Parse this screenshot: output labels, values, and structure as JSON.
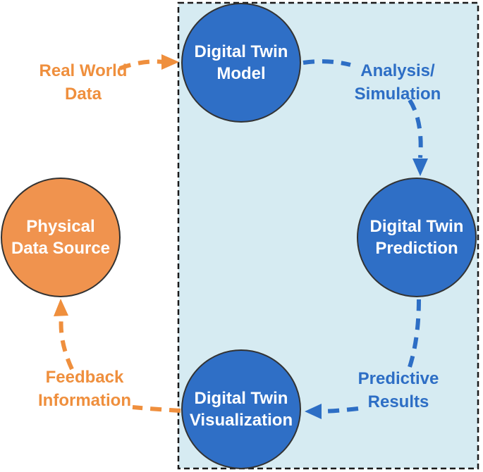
{
  "diagram": {
    "type": "cycle-flow-diagram",
    "nodes": {
      "model": {
        "label": "Digital Twin\nModel"
      },
      "prediction": {
        "label": "Digital Twin\nPrediction"
      },
      "visualization": {
        "label": "Digital Twin\nVisualization"
      },
      "physical": {
        "label": "Physical\nData Source"
      }
    },
    "edges": {
      "real_world_data": {
        "label": "Real World\nData",
        "from": "physical",
        "to": "model"
      },
      "analysis_simulation": {
        "label": "Analysis/\nSimulation",
        "from": "model",
        "to": "prediction"
      },
      "predictive_results": {
        "label": "Predictive\nResults",
        "from": "prediction",
        "to": "visualization"
      },
      "feedback_information": {
        "label": "Feedback\nInformation",
        "from": "visualization",
        "to": "physical"
      }
    }
  },
  "colors": {
    "region_fill": "#D6EBF2",
    "region_border": "#1A1A1A",
    "node_blue": "#2F6FC6",
    "node_orange": "#F0934E",
    "node_border": "#333333",
    "node_text": "#FFFFFF",
    "arrow_blue": "#2D6EC5",
    "arrow_orange": "#EF8F3D"
  }
}
